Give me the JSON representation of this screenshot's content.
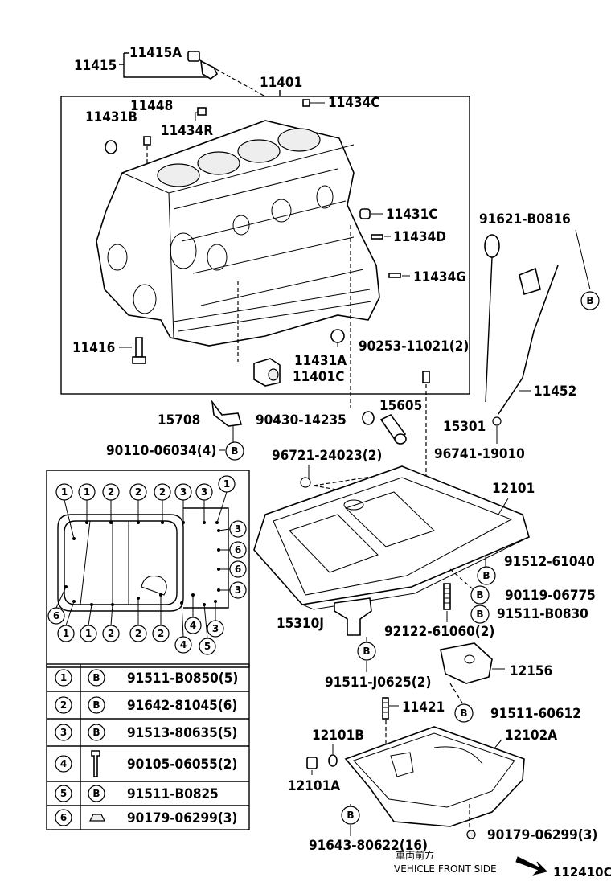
{
  "labels": {
    "p11415": "11415",
    "p11415a": "11415A",
    "p11401": "11401",
    "p11448": "11448",
    "p11431b": "11431B",
    "p11434c": "11434C",
    "p11434r": "11434R",
    "p11431c": "11431C",
    "p11434d": "11434D",
    "p11434g": "11434G",
    "p91621": "91621-B0816",
    "p11416": "11416",
    "p11431a": "11431A",
    "p11401c": "11401C",
    "p90253": "90253-11021(2)",
    "p15708": "15708",
    "p90430": "90430-14235",
    "p15605": "15605",
    "p11452": "11452",
    "p15301": "15301",
    "p90110": "90110-06034(4)",
    "p96721": "96721-24023(2)",
    "p96741": "96741-19010",
    "p12101": "12101",
    "p91512": "91512-61040",
    "p90119": "90119-06775",
    "p91511b0830": "91511-B0830",
    "p15310j": "15310J",
    "p92122": "92122-61060(2)",
    "p91511j": "91511-J0625(2)",
    "p12156": "12156",
    "p11421": "11421",
    "p91511_60612": "91511-60612",
    "p12101b": "12101B",
    "p12102a": "12102A",
    "p12101a": "12101A",
    "p91643": "91643-80622(16)",
    "p90179b": "90179-06299(3)",
    "diagram_code": "112410C"
  },
  "bolt_letter": "B",
  "direction": {
    "jp": "車両前方",
    "en": "VEHICLE FRONT SIDE"
  },
  "legend": {
    "rows": [
      {
        "num": "1",
        "part": "91511-B0850(5)"
      },
      {
        "num": "2",
        "part": "91642-81045(6)"
      },
      {
        "num": "3",
        "part": "91513-80635(5)"
      },
      {
        "num": "4",
        "part": "90105-06055(2)"
      },
      {
        "num": "5",
        "part": "91511-B0825"
      },
      {
        "num": "6",
        "part": "90179-06299(3)"
      }
    ]
  },
  "pattern_nums": {
    "top": [
      "1",
      "1",
      "2",
      "2",
      "2",
      "3",
      "3",
      "1"
    ],
    "right": [
      "3",
      "6",
      "6",
      "3"
    ],
    "bottom": [
      "1",
      "1",
      "2",
      "2",
      "2",
      "4",
      "3"
    ],
    "bottom2": [
      "4",
      "5"
    ],
    "left": [
      "6"
    ]
  }
}
